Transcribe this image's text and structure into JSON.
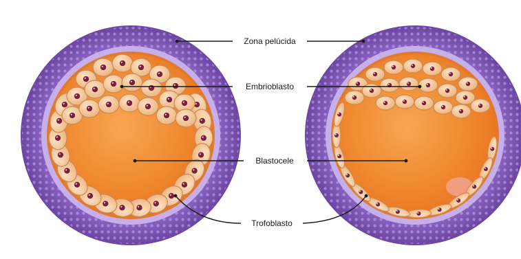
{
  "labels": {
    "zona": "Zona pelúcida",
    "embrio": "Embrioblasto",
    "blasto": "Blastocele",
    "trofo": "Trofoblasto"
  },
  "colors": {
    "zona_outer": "#7d55b3",
    "zona_inner": "#b89ce0",
    "cavity": "#f0943a",
    "cell_fill": "#f5c99b",
    "cell_edge": "#c98b57",
    "nucleus": "#7a1f3d",
    "leader": "#1a1a1a"
  }
}
